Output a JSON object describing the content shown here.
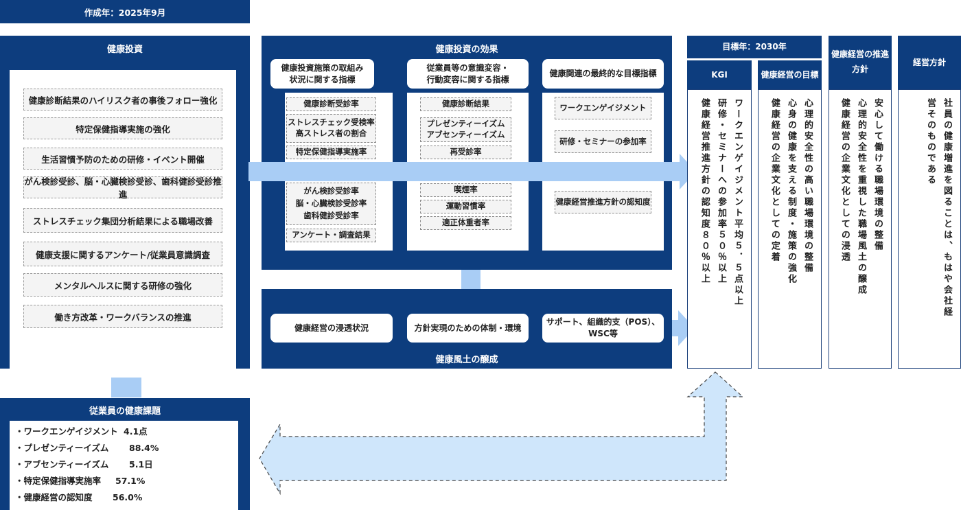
{
  "created": "作成年：2025年9月",
  "investment": {
    "title": "健康投資",
    "items": [
      "健康診断結果のハイリスク者の事後フォロー強化",
      "特定保健指導実施の強化",
      "生活習慣予防のための研修・イベント開催",
      "がん検診受診、脳・心臓検診受診、歯科健診受診推進",
      "ストレスチェック集団分析結果による職場改善",
      "健康支援に関するアンケート/従業員意識調査",
      "メンタルヘルスに関する研修の強化",
      "働き方改革・ワークバランスの推進"
    ]
  },
  "effects": {
    "title": "健康投資の効果",
    "columns": [
      {
        "header": [
          "健康投資施策の取組み",
          "状況に関する指標"
        ],
        "items": [
          [
            "健康診断受診率"
          ],
          [
            "ストレスチェック受検率",
            "高ストレス者の割合"
          ],
          [
            "特定保健指導実施率"
          ],
          [
            "がん検診受診率",
            "脳・心臓検診受診率",
            "歯科健診受診率"
          ],
          [
            "アンケート・調査結果"
          ]
        ]
      },
      {
        "header": [
          "従業員等の意識変容・",
          "行動変容に関する指標"
        ],
        "items": [
          [
            "健康診断結果"
          ],
          [
            "プレゼンティーイズム",
            "アブセンティーイズム"
          ],
          [
            "再受診率"
          ],
          [
            "喫煙率"
          ],
          [
            "運動習慣率"
          ],
          [
            "適正体重者率"
          ]
        ]
      },
      {
        "header": [
          "健康関連の最終的な目標指標"
        ],
        "items": [
          [
            "ワークエンゲイジメント"
          ],
          [
            "研修・セミナーの参加率"
          ],
          [
            "健康経営推進方針の認知度"
          ]
        ]
      }
    ]
  },
  "culture": {
    "title": "健康風土の醸成",
    "items": [
      [
        "健康経営の浸透状況"
      ],
      [
        "方針実現のための体制・環境"
      ],
      [
        "サポート、組織的支（POS）、",
        "WSC等"
      ]
    ]
  },
  "target": {
    "year_label": "目標年：2030年",
    "kgi": {
      "title": "KGI",
      "lines": [
        "ワークエンゲイジメント平均５．５点以上",
        "研修・セミナーへの参加率５０％以上",
        "健康経営推進方針の認知度８０％以上"
      ]
    },
    "goal": {
      "title": "健康経営の目標",
      "lines": [
        "心理的安全性の高い職場環境の整備",
        "心身の健康を支える制度・施策の強化",
        "健康経営の企業文化としての定着"
      ]
    },
    "policy": {
      "title": [
        "健康経営の推進",
        "方針"
      ],
      "lines": [
        "安心して働ける職場環境の整備",
        "心理的安全性を重視した職場風土の醸成",
        "健康経営の企業文化としての浸透"
      ]
    },
    "management": {
      "title": "経営方針",
      "lines": [
        "社員の健康増進を図ることは、もはや会社経",
        "営そのものである"
      ]
    }
  },
  "issues": {
    "title": "従業員の健康課題",
    "items": [
      {
        "label": "・ワークエンゲイジメント",
        "value": "4.1点"
      },
      {
        "label": "・プレゼンティーイズム",
        "value": "88.4%"
      },
      {
        "label": "・アブセンティーイズム",
        "value": "5.1日"
      },
      {
        "label": "・特定保健指導実施率",
        "value": "57.1%"
      },
      {
        "label": "・健康経営の認知度",
        "value": "56.0%"
      }
    ]
  },
  "colors": {
    "navy": "#0d3d7e",
    "arrow": "#a9cdf5",
    "arrow_light": "#cfe6fb",
    "dashed_fill": "#f4f4f4"
  }
}
